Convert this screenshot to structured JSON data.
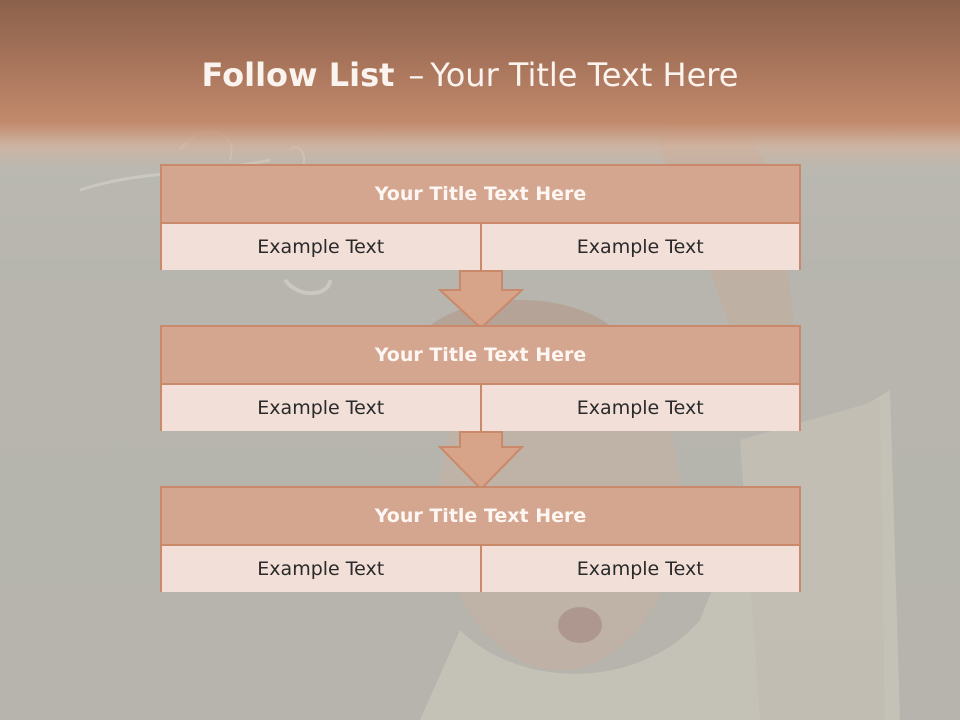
{
  "slide": {
    "title_bold": "Follow List",
    "title_separator": "–",
    "title_rest": "Your Title Text Here"
  },
  "steps": [
    {
      "title": "Your Title Text Here",
      "left": "Example Text",
      "right": "Example Text"
    },
    {
      "title": "Your Title Text Here",
      "left": "Example Text",
      "right": "Example Text"
    },
    {
      "title": "Your Title Text Here",
      "left": "Example Text",
      "right": "Example Text"
    }
  ],
  "colors": {
    "header_band": "#a6735a",
    "box_header": "#d4a68f",
    "box_body": "#f1dfd8",
    "border": "#c9896a",
    "arrow_fill": "#d7a489"
  },
  "icons": [
    "down-arrow-icon"
  ]
}
